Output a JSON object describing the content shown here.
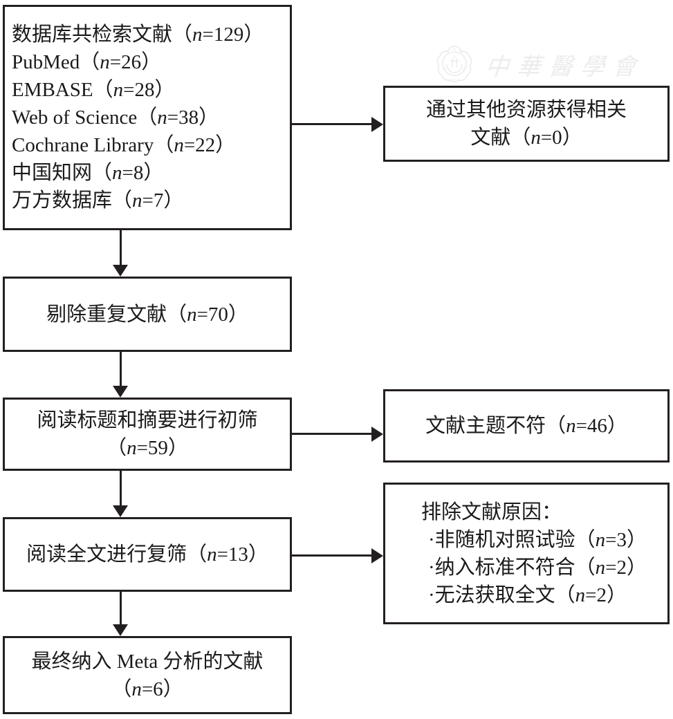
{
  "diagram": {
    "type": "prisma-flow-diagram",
    "title": "",
    "watermark": {
      "text": "中華醫學會",
      "emblem": "circular-medical-association-emblem",
      "color": "#ececed"
    },
    "colors": {
      "stroke": "#231f20",
      "background": "#ffffff",
      "text": "#1a1a1a"
    },
    "nodes": {
      "identification": {
        "name": "database-search-results",
        "lines": [
          {
            "label": "数据库共检索文献",
            "n": "129",
            "text": "数据库共检索文献（n=129）"
          },
          {
            "label": "PubMed",
            "n": "26",
            "text": "PubMed（n=26）"
          },
          {
            "label": "EMBASE",
            "n": "28",
            "text": "EMBASE（n=28）"
          },
          {
            "label": "Web of Science",
            "n": "38",
            "text": "Web of Science（n=38）"
          },
          {
            "label": "Cochrane Library",
            "n": "22",
            "text": "Cochrane Library（n=22）"
          },
          {
            "label": "中国知网",
            "n": "8",
            "text": "中国知网（n=8）"
          },
          {
            "label": "万方数据库",
            "n": "7",
            "text": "万方数据库（n=7）"
          }
        ]
      },
      "other_sources": {
        "name": "other-sources-records",
        "lines": [
          {
            "text": "通过其他资源获得相关"
          },
          {
            "text": "文献（n=0）"
          }
        ],
        "n": "0"
      },
      "duplicates_removed": {
        "name": "duplicates-removed",
        "lines": [
          {
            "text": "剔除重复文献（n=70）"
          }
        ],
        "n": "70"
      },
      "title_abstract_screen": {
        "name": "title-abstract-screening",
        "lines": [
          {
            "text": "阅读标题和摘要进行初筛"
          },
          {
            "text": "（n=59）"
          }
        ],
        "n": "59"
      },
      "topic_mismatch": {
        "name": "excluded-topic-mismatch",
        "lines": [
          {
            "text": "文献主题不符（n=46）"
          }
        ],
        "n": "46"
      },
      "fulltext_screen": {
        "name": "full-text-screening",
        "lines": [
          {
            "text": "阅读全文进行复筛（n=13）"
          }
        ],
        "n": "13"
      },
      "exclusion_reasons": {
        "name": "exclusion-reasons",
        "heading": "排除文献原因：",
        "items": [
          {
            "text": "·非随机对照试验（n=3）",
            "n": "3"
          },
          {
            "text": "·纳入标准不符合（n=2）",
            "n": "2"
          },
          {
            "text": "·无法获取全文（n=2）",
            "n": "2"
          }
        ]
      },
      "included": {
        "name": "included-in-meta-analysis",
        "lines": [
          {
            "text": "最终纳入 Meta 分析的文献"
          },
          {
            "text": "（n=6）"
          }
        ],
        "n": "6"
      }
    },
    "edges": [
      {
        "from": "identification",
        "to": "other_sources",
        "direction": "right"
      },
      {
        "from": "identification",
        "to": "duplicates_removed",
        "direction": "down"
      },
      {
        "from": "duplicates_removed",
        "to": "title_abstract_screen",
        "direction": "down"
      },
      {
        "from": "title_abstract_screen",
        "to": "topic_mismatch",
        "direction": "right"
      },
      {
        "from": "title_abstract_screen",
        "to": "fulltext_screen",
        "direction": "down"
      },
      {
        "from": "fulltext_screen",
        "to": "exclusion_reasons",
        "direction": "right"
      },
      {
        "from": "fulltext_screen",
        "to": "included",
        "direction": "down"
      }
    ]
  }
}
